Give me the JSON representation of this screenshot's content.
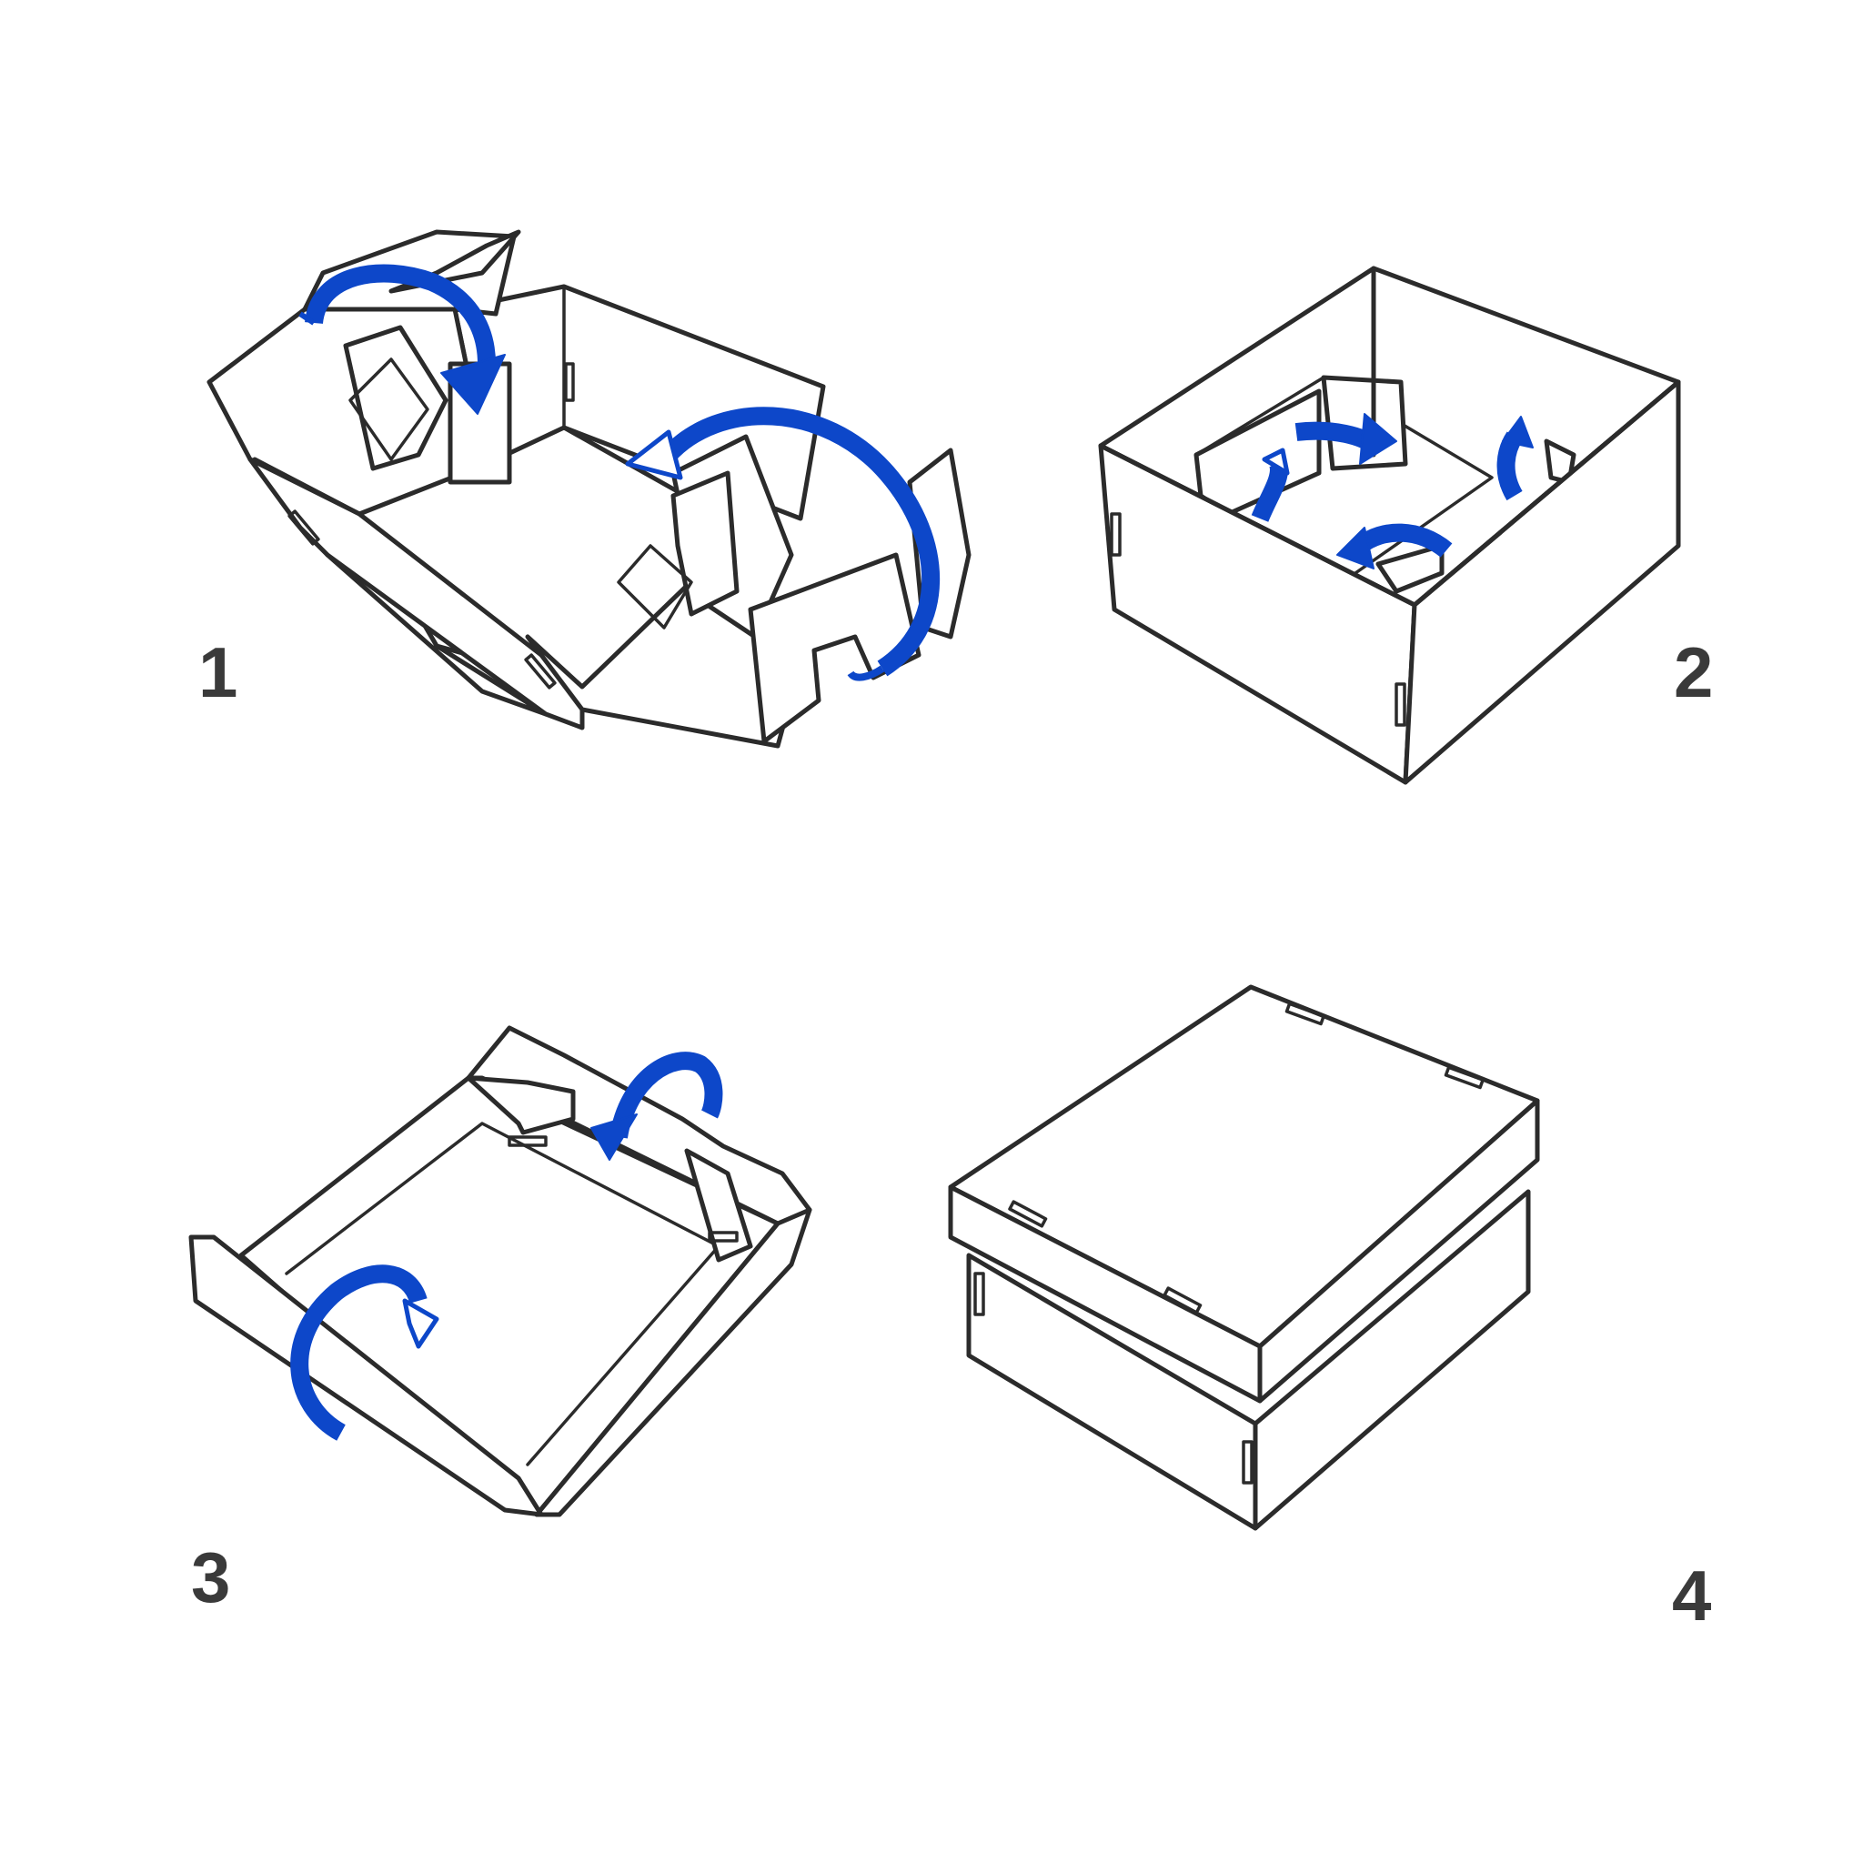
{
  "steps": [
    {
      "number": "1"
    },
    {
      "number": "2"
    },
    {
      "number": "3"
    },
    {
      "number": "4"
    }
  ],
  "colors": {
    "line": "#2b2b2b",
    "arrow": "#0d47c9",
    "background": "#ffffff",
    "label": "#3a3a3a"
  }
}
